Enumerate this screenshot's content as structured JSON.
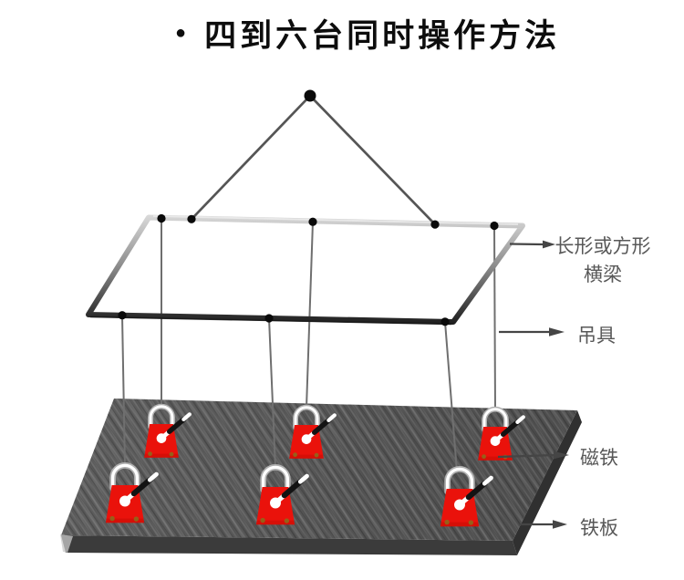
{
  "title": {
    "bullet": "●",
    "text": "四到六台同时操作方法"
  },
  "labels": {
    "beam_line1": "长形或方形",
    "beam_line2": "横梁",
    "sling": "吊具",
    "magnet": "磁铁",
    "plate": "铁板"
  },
  "colors": {
    "page_bg": "#ffffff",
    "title_text": "#0d0d0d",
    "label_text": "#585858",
    "arrow": "#454545",
    "sling_line": "#555555",
    "wire": "#6f6f6f",
    "dot": "#0a0a0a",
    "magnet_red": "#ea120b",
    "magnet_red_dark": "#c40d06",
    "plate_top": "#575757",
    "plate_front": "#3b3b3b",
    "plate_side": "#303030",
    "shackle_edge": "#b0b0b0",
    "shackle": "#ffffff",
    "handle_black": "#131313",
    "handle_white": "#ffffff",
    "foot_dot": "#8a6d1c"
  }
}
